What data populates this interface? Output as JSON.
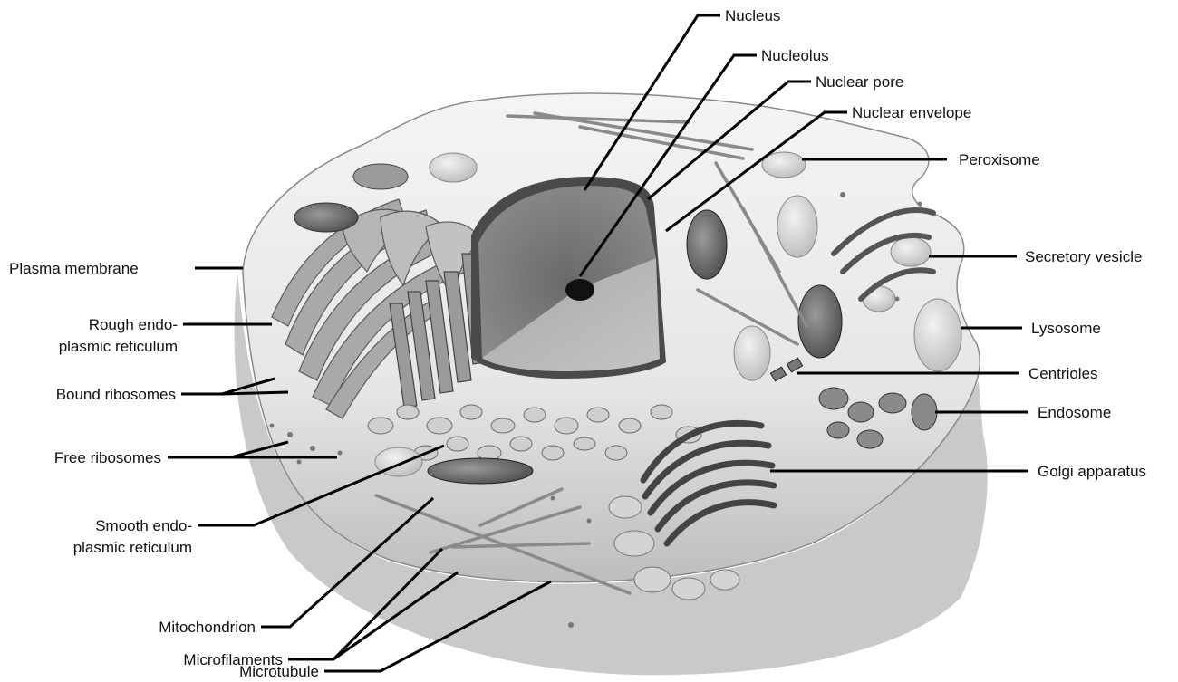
{
  "labels": {
    "nucleus": "Nucleus",
    "nucleolus": "Nucleolus",
    "nuclear_pore": "Nuclear pore",
    "nuclear_envelope": "Nuclear envelope",
    "peroxisome": "Peroxisome",
    "secretory_vesicle": "Secretory vesicle",
    "lysosome": "Lysosome",
    "centrioles": "Centrioles",
    "endosome": "Endosome",
    "golgi_apparatus": "Golgi apparatus",
    "plasma_membrane": "Plasma membrane",
    "rough_er_line1": "Rough endo-",
    "rough_er_line2": "plasmic reticulum",
    "bound_ribosomes": "Bound ribosomes",
    "free_ribosomes": "Free ribosomes",
    "smooth_er_line1": "Smooth endo-",
    "smooth_er_line2": "plasmic reticulum",
    "mitochondrion": "Mitochondrion",
    "microfilaments": "Microfilaments",
    "microtubule": "Microtubule"
  }
}
